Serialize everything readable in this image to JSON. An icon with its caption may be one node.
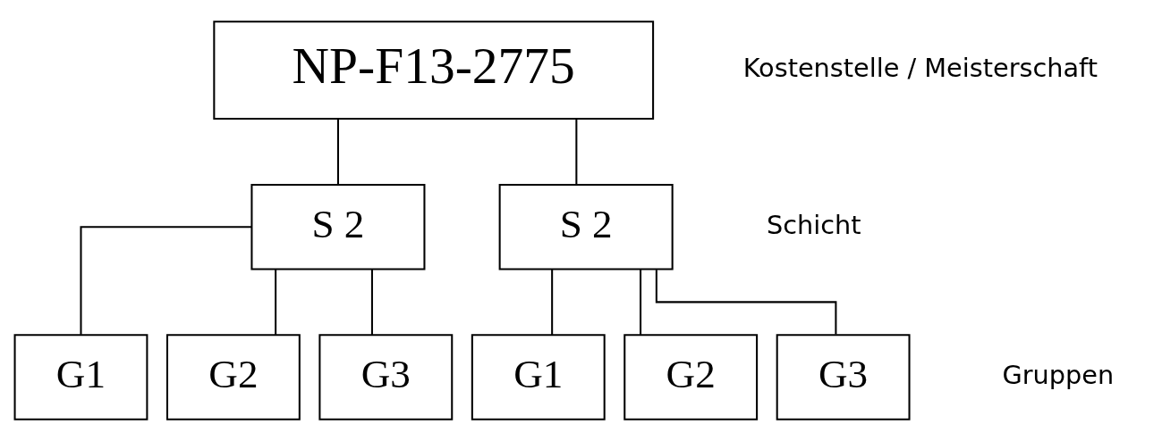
{
  "diagram": {
    "nodes": [
      {
        "text": [
          "NP-F13-2775"
        ]
      },
      {
        "text": [
          "S 2"
        ]
      },
      {
        "text": [
          "S 2"
        ]
      },
      {
        "text": [
          "G1"
        ]
      },
      {
        "text": [
          "G2"
        ]
      },
      {
        "text": [
          "G3"
        ]
      },
      {
        "text": [
          "G1"
        ]
      },
      {
        "text": [
          "G2"
        ]
      },
      {
        "text": [
          "G3"
        ]
      }
    ],
    "edges": [
      {
        "from": 0,
        "to": 1,
        "arrow": "none"
      },
      {
        "from": 0,
        "to": 2,
        "arrow": "none"
      },
      {
        "from": 1,
        "to": 3,
        "arrow": "none"
      },
      {
        "from": 1,
        "to": 4,
        "arrow": "none"
      },
      {
        "from": 1,
        "to": 5,
        "arrow": "none"
      },
      {
        "from": 2,
        "to": 6,
        "arrow": "none"
      },
      {
        "from": 2,
        "to": 7,
        "arrow": "none"
      },
      {
        "from": 2,
        "to": 8,
        "arrow": "none"
      }
    ],
    "labels": [
      "Kostenstelle / Meisterschaft",
      "Schicht",
      "Gruppen"
    ]
  }
}
